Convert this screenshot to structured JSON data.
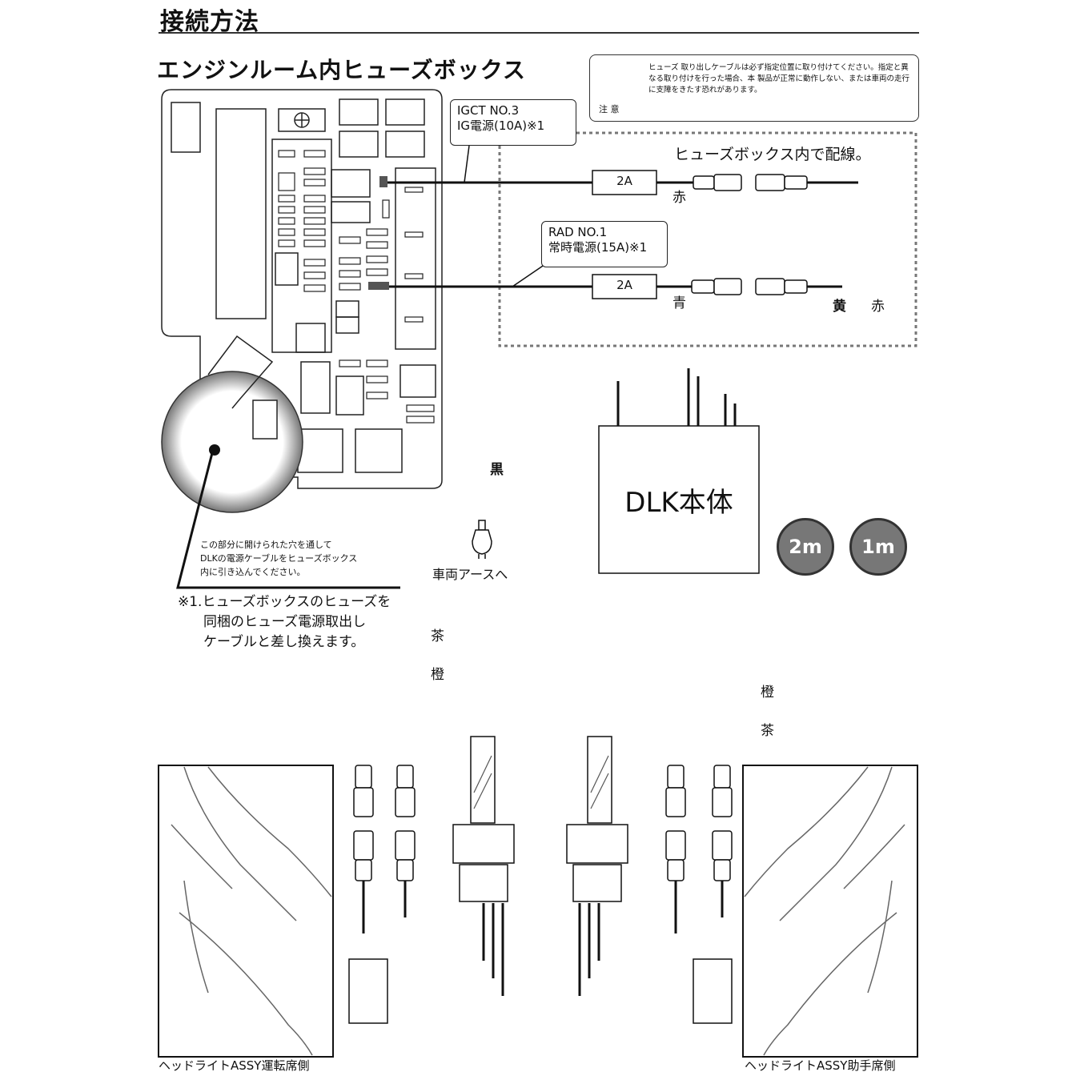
{
  "header": {
    "title": "接続方法"
  },
  "section": {
    "title": "エンジンルーム内ヒューズボックス"
  },
  "warning": {
    "caution_label": "注 意",
    "text": "ヒューズ 取り出しケーブルは必ず指定位置に取り付けてください。指定と異なる取り付けを行った場合、本 製品が正常に動作しない、または車両の走行に支障をきたす恐れがあります。"
  },
  "fuse_area": {
    "label": "ヒューズボックス内で配線。"
  },
  "fuses": [
    {
      "name": "IGCT NO.3",
      "desc": "IG電源(10A)※1",
      "inline_fuse": "2A",
      "wire_color": "赤"
    },
    {
      "name": "RAD NO.1",
      "desc": "常時電源(15A)※1",
      "inline_fuse": "2A",
      "wire_color": "青"
    }
  ],
  "wires": {
    "yellow": "黄",
    "red": "赤",
    "black": "黒",
    "brown": "茶",
    "orange": "橙"
  },
  "ground": {
    "label": "車両アースへ"
  },
  "unit": {
    "label": "DLK本体"
  },
  "cables": {
    "left_length": "2m",
    "right_length": "1m"
  },
  "notes": {
    "route": [
      "この部分に開けられた穴を通して",
      "DLKの電源ケーブルをヒューズボックス",
      "内に引き込んでください。"
    ],
    "footnote": [
      "※1.ヒューズボックスのヒューズを",
      "同梱のヒューズ電源取出し",
      "ケーブルと差し換えます。"
    ]
  },
  "headlights": {
    "driver": "ヘッドライトASSY運転席側",
    "passenger": "ヘッドライトASSY助手席側"
  }
}
